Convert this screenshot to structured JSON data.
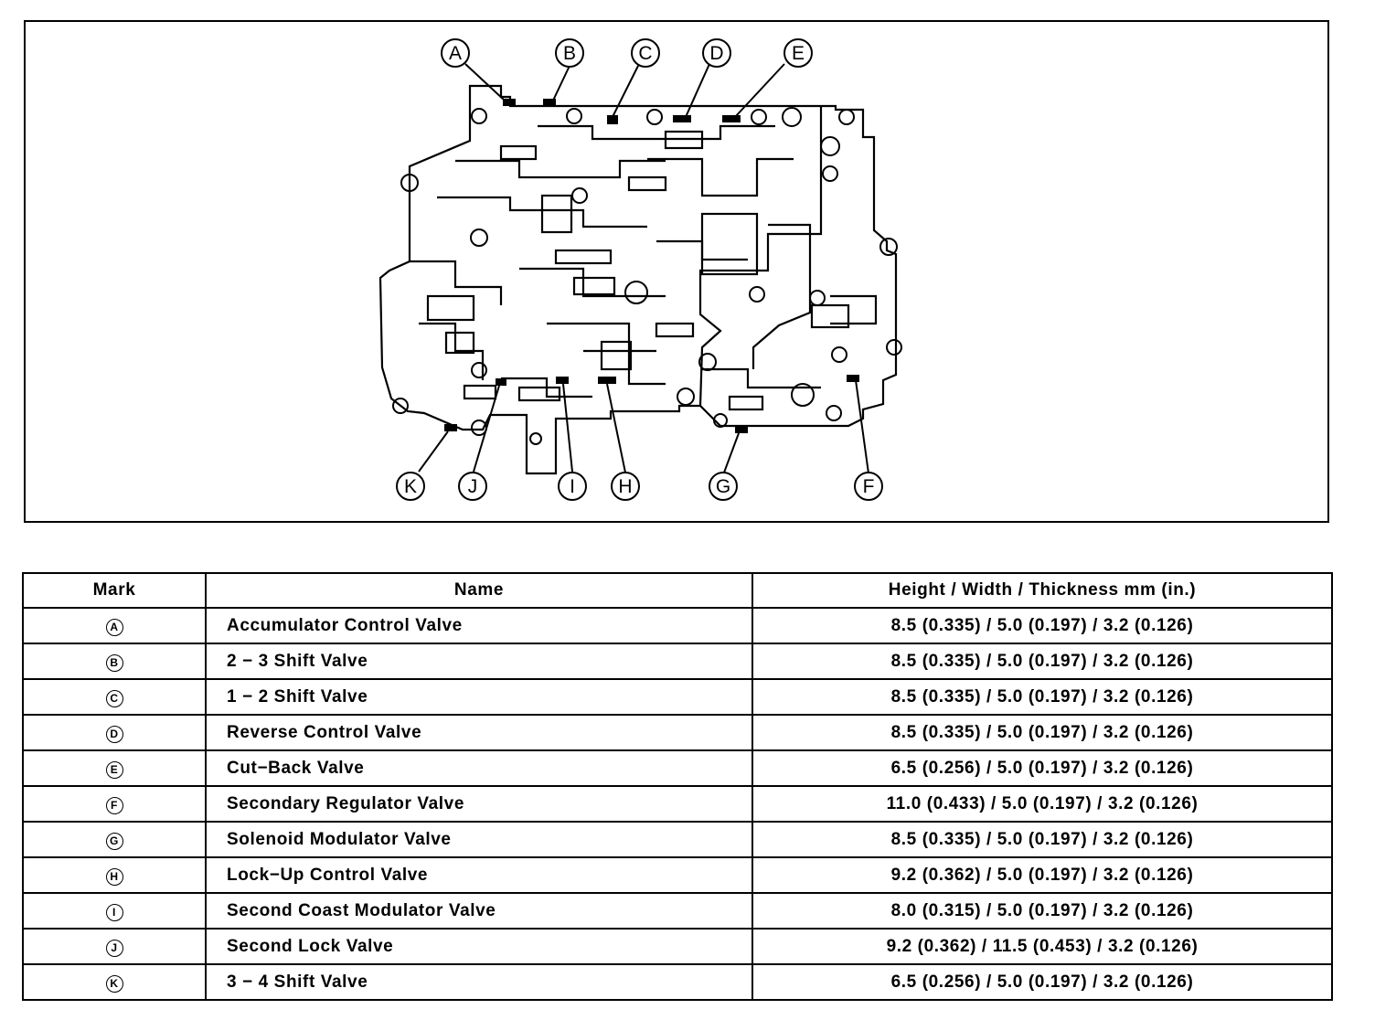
{
  "diagram": {
    "callouts": [
      {
        "mark": "A"
      },
      {
        "mark": "B"
      },
      {
        "mark": "C"
      },
      {
        "mark": "D"
      },
      {
        "mark": "E"
      },
      {
        "mark": "F"
      },
      {
        "mark": "G"
      },
      {
        "mark": "H"
      },
      {
        "mark": "I"
      },
      {
        "mark": "J"
      },
      {
        "mark": "K"
      }
    ]
  },
  "table": {
    "headers": {
      "mark": "Mark",
      "name": "Name",
      "dims": "Height / Width / Thickness  mm (in.)"
    },
    "rows": [
      {
        "mark": "A",
        "name": "Accumulator Control Valve",
        "dims": "8.5 (0.335) / 5.0 (0.197) / 3.2 (0.126)"
      },
      {
        "mark": "B",
        "name": "2 − 3 Shift Valve",
        "dims": "8.5 (0.335) / 5.0 (0.197) / 3.2 (0.126)"
      },
      {
        "mark": "C",
        "name": "1 − 2 Shift Valve",
        "dims": "8.5 (0.335) / 5.0 (0.197) / 3.2 (0.126)"
      },
      {
        "mark": "D",
        "name": "Reverse Control Valve",
        "dims": "8.5 (0.335) / 5.0 (0.197) / 3.2 (0.126)"
      },
      {
        "mark": "E",
        "name": "Cut−Back Valve",
        "dims": "6.5 (0.256) / 5.0 (0.197) / 3.2 (0.126)"
      },
      {
        "mark": "F",
        "name": "Secondary Regulator Valve",
        "dims": "11.0 (0.433) / 5.0 (0.197) / 3.2 (0.126)"
      },
      {
        "mark": "G",
        "name": "Solenoid Modulator Valve",
        "dims": "8.5 (0.335) / 5.0 (0.197) / 3.2 (0.126)"
      },
      {
        "mark": "H",
        "name": "Lock−Up Control Valve",
        "dims": "9.2 (0.362) / 5.0 (0.197) / 3.2 (0.126)"
      },
      {
        "mark": "I",
        "name": "Second Coast Modulator Valve",
        "dims": "8.0 (0.315) / 5.0 (0.197) / 3.2 (0.126)"
      },
      {
        "mark": "J",
        "name": "Second Lock Valve",
        "dims": "9.2 (0.362) / 11.5 (0.453) / 3.2 (0.126)"
      },
      {
        "mark": "K",
        "name": "3 − 4 Shift Valve",
        "dims": "6.5 (0.256) / 5.0 (0.197) / 3.2 (0.126)"
      }
    ]
  }
}
